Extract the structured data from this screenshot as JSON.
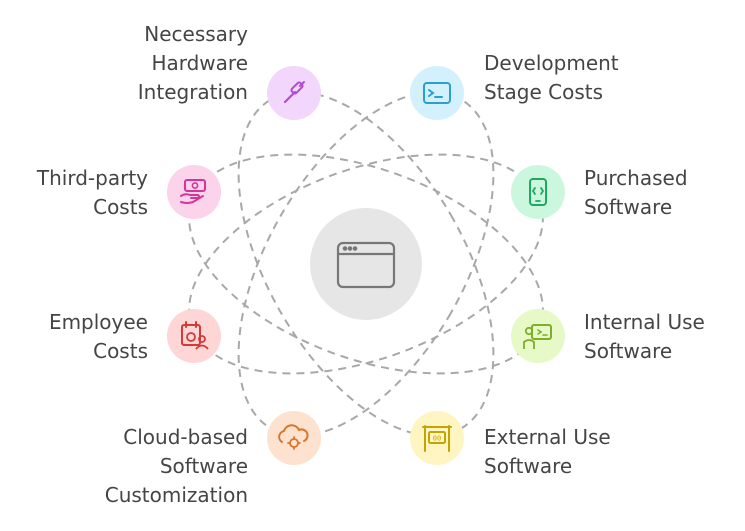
{
  "center": {
    "icon": "browser-window-icon",
    "color": "#e5e5e5"
  },
  "nodes": [
    {
      "id": "hardware",
      "label": "Necessary\nHardware\nIntegration",
      "icon": "screwdriver-icon",
      "fill": "#f3d6fb",
      "stroke": "#b24bd1"
    },
    {
      "id": "development",
      "label": "Development\nStage Costs",
      "icon": "terminal-icon",
      "fill": "#d3f1fc",
      "stroke": "#2a9fd0"
    },
    {
      "id": "third-party",
      "label": "Third-party\nCosts",
      "icon": "money-hand-icon",
      "fill": "#fbd3ea",
      "stroke": "#d6349a"
    },
    {
      "id": "purchased",
      "label": "Purchased\nSoftware",
      "icon": "mobile-code-icon",
      "fill": "#ccf7df",
      "stroke": "#20a85e"
    },
    {
      "id": "employee",
      "label": "Employee\nCosts",
      "icon": "calendar-person-icon",
      "fill": "#fed6d6",
      "stroke": "#d33a3a"
    },
    {
      "id": "internal",
      "label": "Internal Use\nSoftware",
      "icon": "presenter-screen-icon",
      "fill": "#e6f9c7",
      "stroke": "#7fae2a"
    },
    {
      "id": "cloud",
      "label": "Cloud-based\nSoftware\nCustomization",
      "icon": "cloud-gear-icon",
      "fill": "#fde3cf",
      "stroke": "#d9762a"
    },
    {
      "id": "external",
      "label": "External Use\nSoftware",
      "icon": "signboard-icon",
      "fill": "#fff5c2",
      "stroke": "#c4a400"
    }
  ]
}
